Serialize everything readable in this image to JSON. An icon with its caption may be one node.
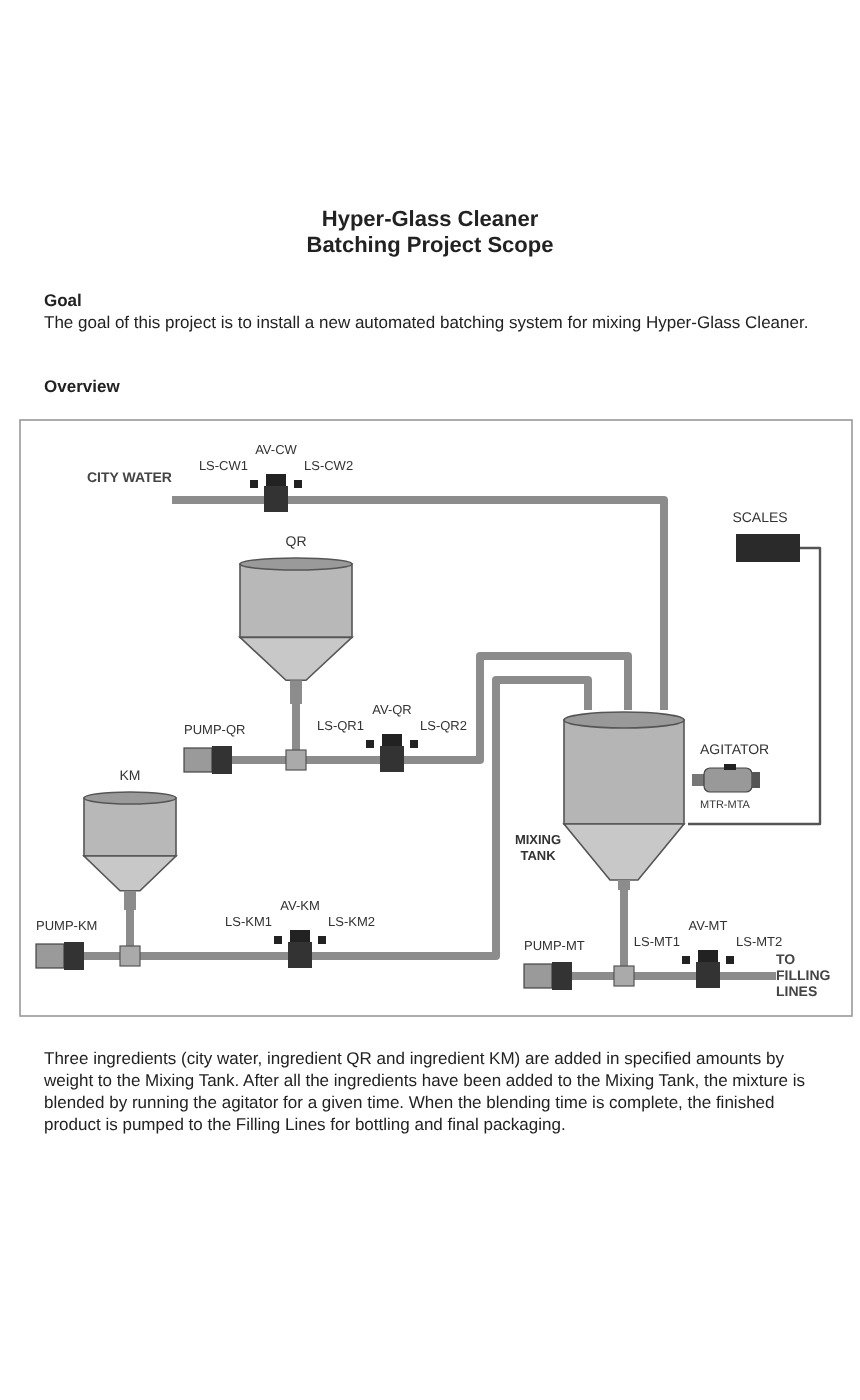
{
  "diagram": {
    "title": "Hyper-Glass Cleaner Batching Project Scope",
    "nodes": [
      {
        "text": [
          "CITY WATER"
        ]
      },
      {
        "text": [
          "AV-CW"
        ],
        "beside": [
          "LS-CW1",
          "LS-CW2"
        ]
      },
      {
        "text": [
          "QR"
        ]
      },
      {
        "text": [
          "PUMP-QR"
        ]
      },
      {
        "text": [
          "AV-QR"
        ],
        "beside": [
          "LS-QR1",
          "LS-QR2"
        ]
      },
      {
        "text": [
          "KM"
        ]
      },
      {
        "text": [
          "PUMP-KM"
        ]
      },
      {
        "text": [
          "AV-KM"
        ],
        "beside": [
          "LS-KM1",
          "LS-KM2"
        ]
      },
      {
        "text": [
          "MIXING TANK"
        ]
      },
      {
        "text": [
          "SCALES"
        ]
      },
      {
        "text": [
          "AGITATOR"
        ],
        "beside": [
          "MTR-MTA"
        ]
      },
      {
        "text": [
          "PUMP-MT"
        ]
      },
      {
        "text": [
          "AV-MT"
        ],
        "beside": [
          "LS-MT1",
          "LS-MT2"
        ]
      },
      {
        "text": [
          "TO FILLING LINES"
        ]
      }
    ],
    "edges": [
      {
        "from": 0,
        "to": 1,
        "arrow": "none"
      },
      {
        "from": 1,
        "to": 8,
        "arrow": "none"
      },
      {
        "from": 2,
        "to": 3,
        "arrow": "none"
      },
      {
        "from": 3,
        "to": 4,
        "arrow": "none"
      },
      {
        "from": 4,
        "to": 8,
        "arrow": "none"
      },
      {
        "from": 5,
        "to": 6,
        "arrow": "none"
      },
      {
        "from": 6,
        "to": 7,
        "arrow": "none"
      },
      {
        "from": 7,
        "to": 8,
        "arrow": "none"
      },
      {
        "from": 8,
        "to": 11,
        "arrow": "none"
      },
      {
        "from": 11,
        "to": 12,
        "arrow": "none"
      },
      {
        "from": 12,
        "to": 13,
        "arrow": "none"
      },
      {
        "from": 9,
        "to": 8,
        "arrow": "none",
        "color": "#555555"
      }
    ],
    "labels": [
      "Goal",
      "The goal of this project is to install a new automated batching system for mixing Hyper-Glass Cleaner.",
      "Overview",
      "Three ingredients (city water, ingredient QR and ingredient KM) are added in specified amounts by weight to the Mixing Tank. After all the ingredients have been added to the Mixing Tank, the mixture is blended by running the agitator for a given time. When the blending time is complete, the finished product is pumped to the Filling Lines for bottling and final packaging."
    ]
  }
}
